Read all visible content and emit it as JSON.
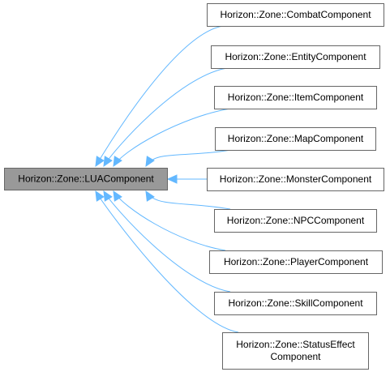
{
  "diagram": {
    "colors": {
      "edge": "#63b8ff",
      "base_fill": "#999999",
      "node_fill": "#ffffff",
      "node_border": "#666666",
      "text": "#000000"
    },
    "base": {
      "id": "lua",
      "lines": [
        "Horizon::Zone::LUAComponent"
      ]
    },
    "derived": [
      {
        "id": "combat",
        "lines": [
          "Horizon::Zone::CombatComponent"
        ]
      },
      {
        "id": "entity",
        "lines": [
          "Horizon::Zone::EntityComponent"
        ]
      },
      {
        "id": "item",
        "lines": [
          "Horizon::Zone::ItemComponent"
        ]
      },
      {
        "id": "map",
        "lines": [
          "Horizon::Zone::MapComponent"
        ]
      },
      {
        "id": "monster",
        "lines": [
          "Horizon::Zone::MonsterComponent"
        ]
      },
      {
        "id": "npc",
        "lines": [
          "Horizon::Zone::NPCComponent"
        ]
      },
      {
        "id": "player",
        "lines": [
          "Horizon::Zone::PlayerComponent"
        ]
      },
      {
        "id": "skill",
        "lines": [
          "Horizon::Zone::SkillComponent"
        ]
      },
      {
        "id": "status",
        "lines": [
          "Horizon::Zone::StatusEffect",
          "Component"
        ]
      }
    ]
  }
}
